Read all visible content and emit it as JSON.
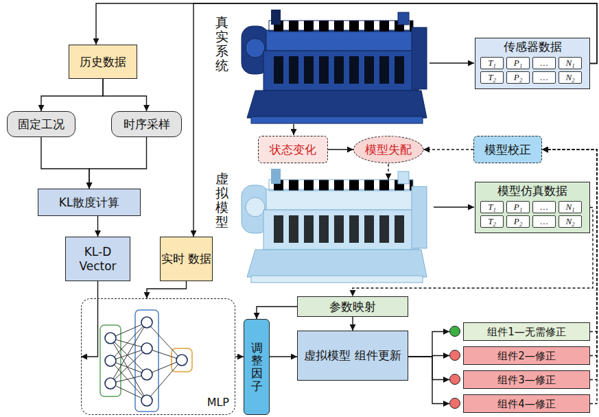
{
  "diagram": {
    "nodes": [
      {
        "text": [
          "历史数据"
        ]
      },
      {
        "text": [
          "固定工况"
        ]
      },
      {
        "text": [
          "时序采样"
        ]
      },
      {
        "text": [
          "KL散度计算"
        ]
      },
      {
        "text": [
          "KL-D Vector"
        ]
      },
      {
        "text": [
          "实时 数据"
        ]
      },
      {
        "text": [
          "MLP"
        ]
      },
      {
        "text": [
          "传感器数据"
        ]
      },
      {
        "text": [
          "状态变化"
        ]
      },
      {
        "text": [
          "模型失配"
        ]
      },
      {
        "text": [
          "模型校正"
        ]
      },
      {
        "text": [
          "模型仿真数据"
        ]
      },
      {
        "text": [
          "参数映射"
        ]
      },
      {
        "text": [
          "调整因子"
        ]
      },
      {
        "text": [
          "虚拟模型 组件更新"
        ]
      },
      {
        "text": [
          "组件1—无需修正"
        ]
      },
      {
        "text": [
          "组件2—修正"
        ]
      },
      {
        "text": [
          "组件3—修正"
        ]
      },
      {
        "text": [
          "组件4—修正"
        ]
      }
    ],
    "edges": [
      {
        "from": 0,
        "to": 1,
        "arrow": "to"
      },
      {
        "from": 0,
        "to": 2,
        "arrow": "to"
      },
      {
        "from": 1,
        "to": 3,
        "arrow": "to"
      },
      {
        "from": 2,
        "to": 3,
        "arrow": "to"
      },
      {
        "from": 3,
        "to": 4,
        "arrow": "to"
      },
      {
        "from": 4,
        "to": 6,
        "arrow": "to"
      },
      {
        "from": 5,
        "to": 6,
        "arrow": "to"
      },
      {
        "from": 6,
        "to": 13,
        "arrow": "to"
      },
      {
        "from": 13,
        "to": 14,
        "arrow": "to"
      },
      {
        "from": 12,
        "to": 13,
        "arrow": "to"
      },
      {
        "from": 12,
        "to": 14,
        "arrow": "to"
      },
      {
        "from": 14,
        "to": 15,
        "arrow": "to"
      },
      {
        "from": 14,
        "to": 16,
        "arrow": "to"
      },
      {
        "from": 14,
        "to": 17,
        "arrow": "to"
      },
      {
        "from": 14,
        "to": 18,
        "arrow": "to"
      },
      {
        "from": 8,
        "to": 9,
        "arrow": "to"
      },
      {
        "from": 10,
        "to": 9,
        "arrow": "to"
      },
      {
        "from": 11,
        "to": 12,
        "arrow": "to"
      },
      {
        "from": 7,
        "to": 0,
        "arrow": "to"
      },
      {
        "from": 7,
        "to": 5,
        "arrow": "to"
      },
      {
        "from": 15,
        "to": 10,
        "arrow": "to"
      },
      {
        "from": 16,
        "to": 10,
        "arrow": "to"
      },
      {
        "from": 17,
        "to": 10,
        "arrow": "to"
      },
      {
        "from": 18,
        "to": 10,
        "arrow": "to"
      }
    ],
    "labels": [
      "真实系统",
      "虚拟模型",
      "T₁",
      "P₁",
      "…",
      "N₁",
      "T₂",
      "P₂",
      "…",
      "N₂",
      "T₁",
      "P₁",
      "…",
      "N₁",
      "T₂",
      "P₂",
      "…",
      "N₂"
    ]
  }
}
